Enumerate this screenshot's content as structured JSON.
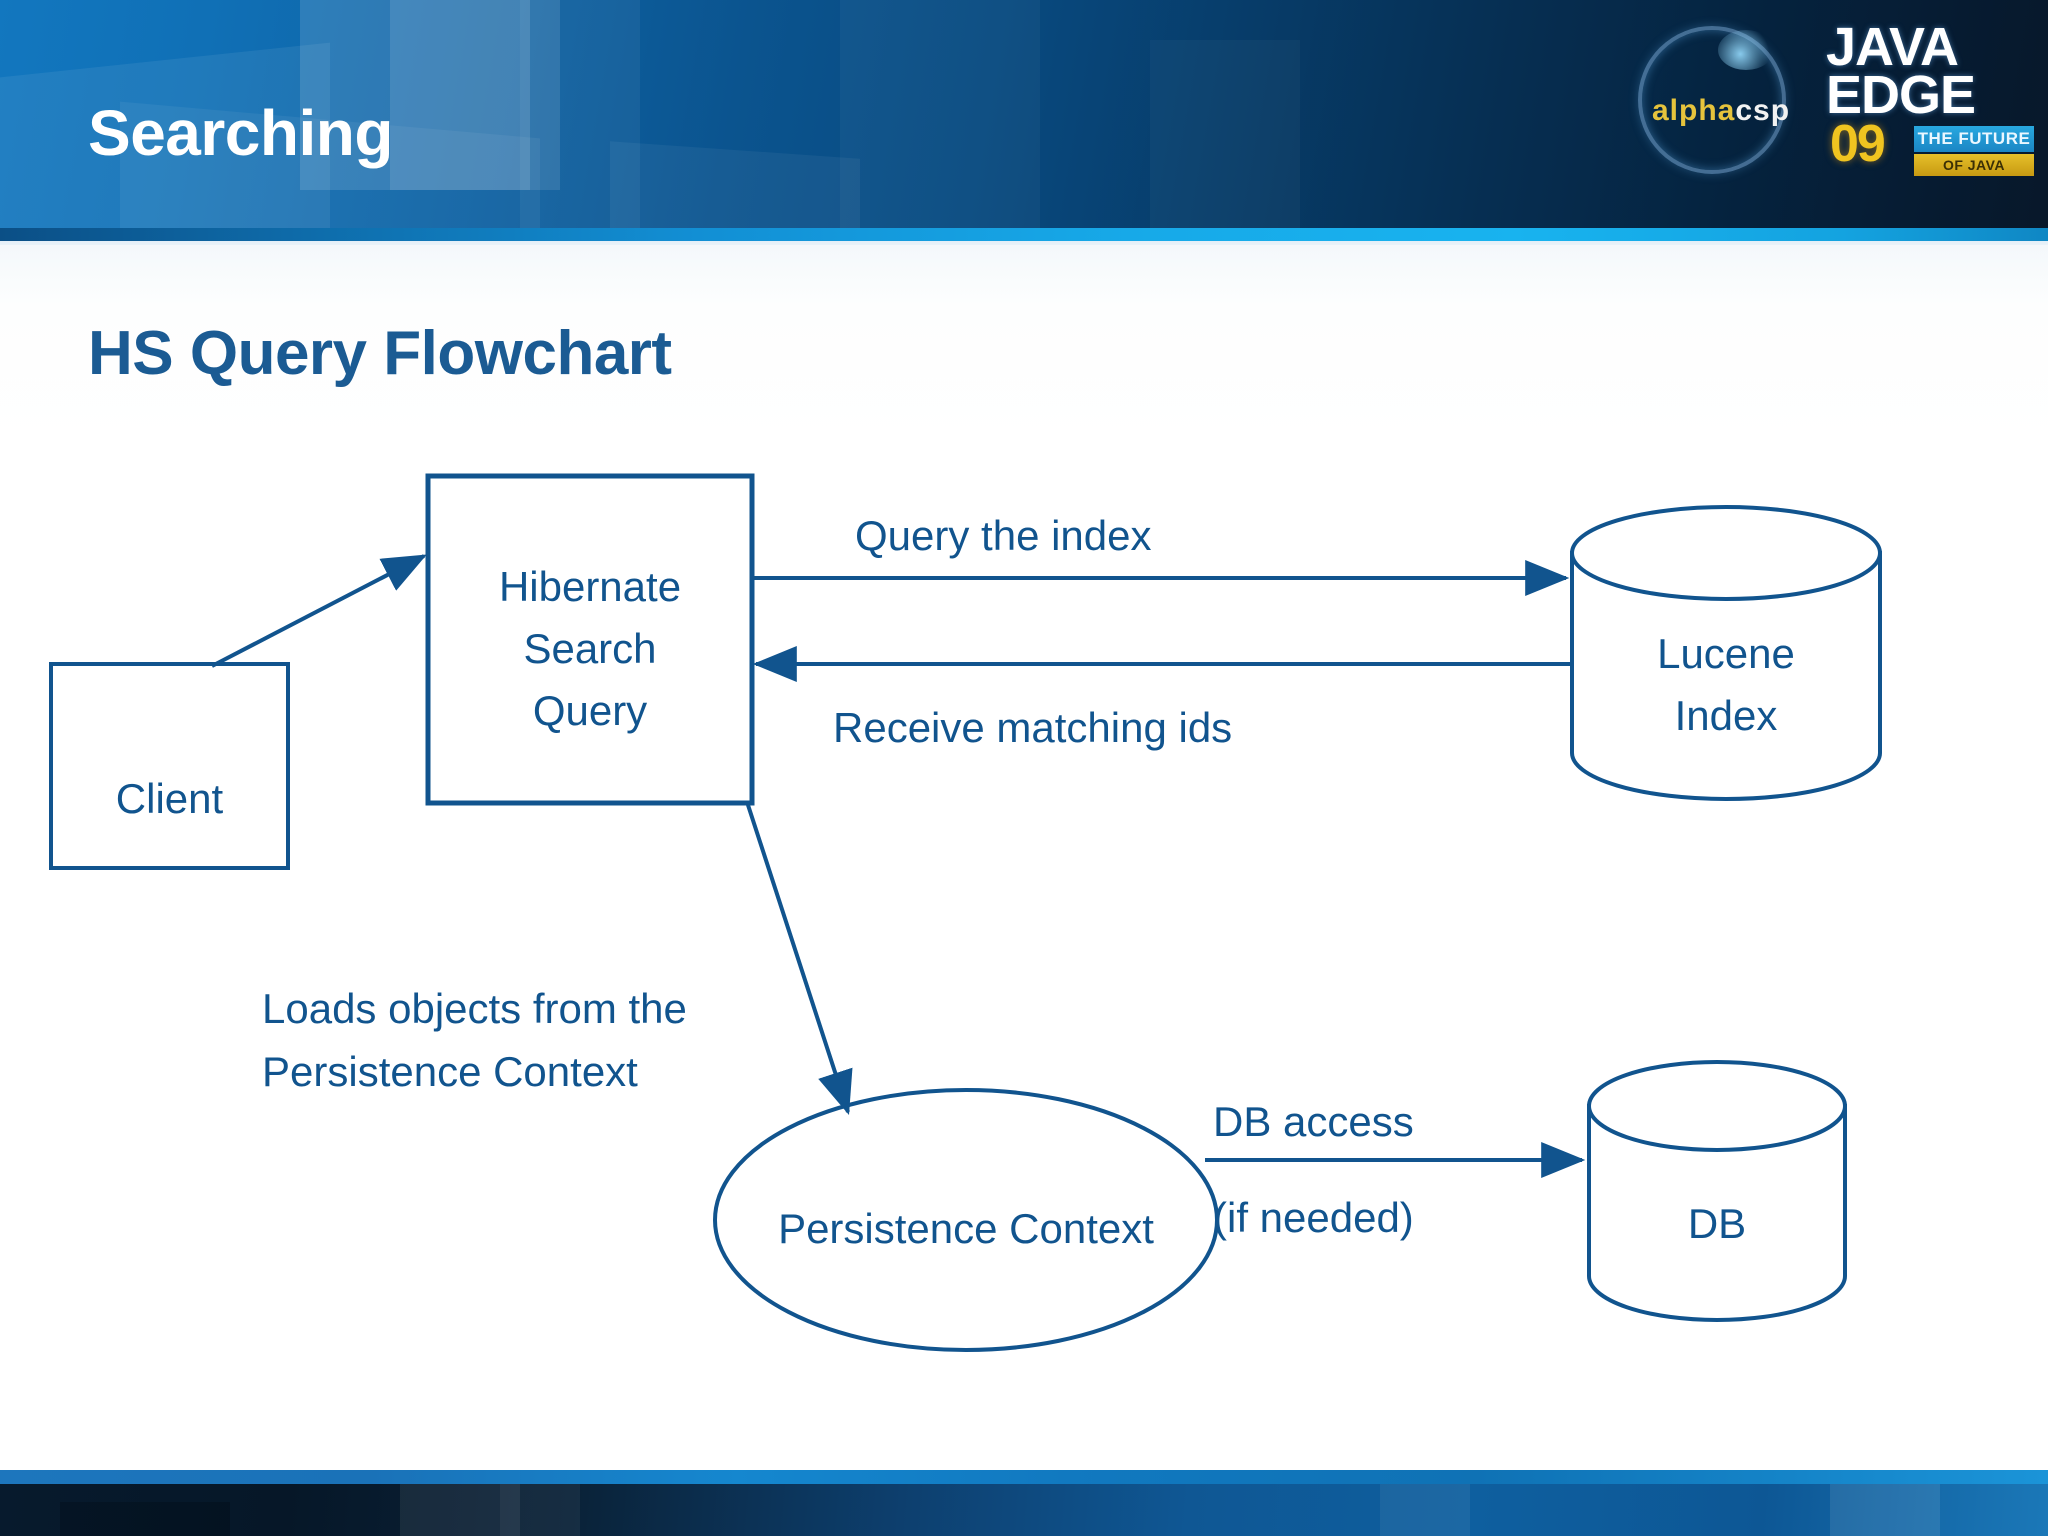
{
  "slide": {
    "title": "Searching",
    "heading": "HS Query Flowchart"
  },
  "logo": {
    "brand_alpha": "alpha",
    "brand_csp": "csp",
    "line1": "JAVA",
    "line2": "EDGE",
    "year": "09",
    "badge_top": "THE FUTURE",
    "badge_bottom": "OF JAVA"
  },
  "colors": {
    "diagram_stroke": "#11548e",
    "heading": "#1b5b93",
    "header_gradient_start": "#1277bf",
    "header_gradient_end": "#08182a",
    "accent_cyan": "#18b3ef",
    "logo_gold": "#f0c420"
  },
  "diagram": {
    "type": "flowchart",
    "nodes": [
      {
        "id": "client",
        "shape": "rectangle",
        "label": "Client"
      },
      {
        "id": "hsquery",
        "shape": "rectangle",
        "label": "Hibernate\nSearch\nQuery",
        "lines": [
          "Hibernate",
          "Search",
          "Query"
        ]
      },
      {
        "id": "lucene",
        "shape": "cylinder",
        "label": "Lucene\nIndex",
        "lines": [
          "Lucene",
          "Index"
        ]
      },
      {
        "id": "pcontext",
        "shape": "ellipse",
        "label": "Persistence Context"
      },
      {
        "id": "db",
        "shape": "cylinder",
        "label": "DB"
      }
    ],
    "edges": [
      {
        "from": "client",
        "to": "hsquery",
        "label": "",
        "style": "solid-arrow"
      },
      {
        "from": "hsquery",
        "to": "lucene",
        "label": "Query the index",
        "style": "solid-arrow"
      },
      {
        "from": "lucene",
        "to": "hsquery",
        "label": "Receive matching ids",
        "style": "solid-arrow"
      },
      {
        "from": "hsquery",
        "to": "pcontext",
        "label": "Loads objects from the Persistence Context",
        "label_lines": [
          "Loads objects from the",
          "Persistence Context"
        ],
        "style": "solid-arrow"
      },
      {
        "from": "pcontext",
        "to": "db",
        "label": "DB  access (if needed)",
        "label_lines": [
          "DB  access",
          "(if needed)"
        ],
        "style": "solid-arrow"
      }
    ]
  },
  "labels": {
    "client": "Client",
    "hs_line1": "Hibernate",
    "hs_line2": "Search",
    "hs_line3": "Query",
    "lucene_line1": "Lucene",
    "lucene_line2": "Index",
    "persistence_context": "Persistence Context",
    "db": "DB",
    "query_the_index": "Query the index",
    "receive_matching_ids": "Receive matching ids",
    "loads_line1": "Loads objects from the",
    "loads_line2": "Persistence Context",
    "db_access": "DB  access",
    "if_needed": "(if needed)"
  }
}
